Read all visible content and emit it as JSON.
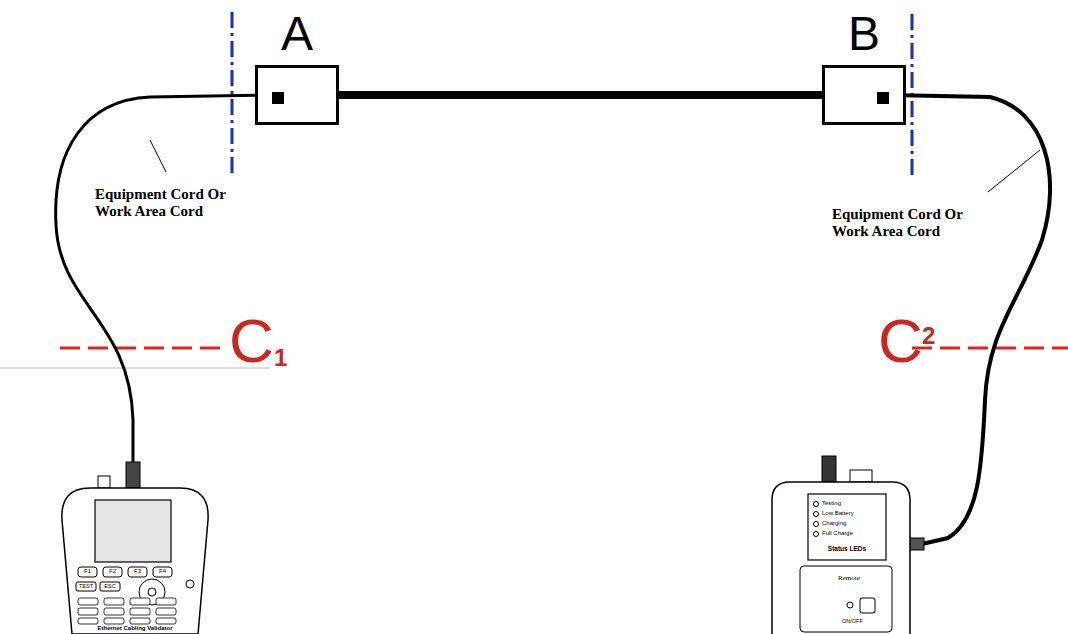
{
  "diagram": {
    "nodes": [
      {
        "text": [
          "A"
        ]
      },
      {
        "text": [
          "B"
        ]
      }
    ],
    "edges": [
      {
        "from": 0,
        "to": 1,
        "arrow": "none"
      }
    ],
    "labels": [
      "Equipment Cord Or Work Area Cord",
      "Equipment Cord Or Work Area Cord",
      "C",
      "1",
      "C",
      "2",
      "F1",
      "F2",
      "F3",
      "F4",
      "TEST",
      "ESC",
      "Ethernet Cabling Validator",
      "Testing",
      "Low Battery",
      "Charging",
      "Full Charge",
      "Status LEDs",
      "Remote",
      "ON/OFF"
    ]
  }
}
